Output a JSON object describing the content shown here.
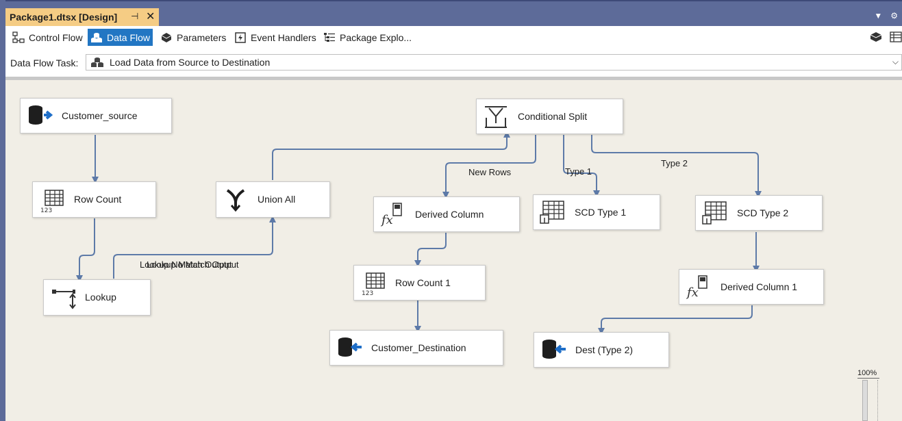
{
  "document_tab": {
    "title": "Package1.dtsx [Design]",
    "pin_glyph": "⊣",
    "close_glyph": "✕"
  },
  "toolbar": {
    "items": [
      {
        "label": "Control Flow",
        "icon": "control-flow-icon",
        "active": false
      },
      {
        "label": "Data Flow",
        "icon": "data-flow-icon",
        "active": true
      },
      {
        "label": "Parameters",
        "icon": "parameters-icon",
        "active": false
      },
      {
        "label": "Event Handlers",
        "icon": "event-handlers-icon",
        "active": false
      },
      {
        "label": "Package Explo...",
        "icon": "package-explorer-icon",
        "active": false
      }
    ]
  },
  "task_selector": {
    "label": "Data Flow Task:",
    "value": "Load Data from Source to Destination"
  },
  "nodes": {
    "customer_source": {
      "label": "Customer_source",
      "icon": "source-database-icon"
    },
    "row_count": {
      "label": "Row Count",
      "icon": "row-count-icon"
    },
    "lookup": {
      "label": "Lookup",
      "icon": "lookup-icon"
    },
    "union_all": {
      "label": "Union All",
      "icon": "union-all-icon"
    },
    "conditional_split": {
      "label": "Conditional Split",
      "icon": "conditional-split-icon"
    },
    "derived_column": {
      "label": "Derived Column",
      "icon": "derived-column-icon"
    },
    "scd_type_1": {
      "label": "SCD Type 1",
      "icon": "scd-table-icon"
    },
    "scd_type_2": {
      "label": "SCD Type 2",
      "icon": "scd-table-icon"
    },
    "row_count_1": {
      "label": "Row Count 1",
      "icon": "row-count-icon"
    },
    "derived_column_1": {
      "label": "Derived Column 1",
      "icon": "derived-column-icon"
    },
    "customer_destination": {
      "label": "Customer_Destination",
      "icon": "destination-database-icon"
    },
    "dest_type_2": {
      "label": "Dest (Type 2)",
      "icon": "destination-database-icon"
    }
  },
  "path_labels": {
    "new_rows": "New Rows",
    "type_1": "Type 1",
    "type_2": "Type 2",
    "lookup_no_match": "Lookup No Match Output",
    "lookup_match": "Lookup Match Output"
  },
  "zoom": {
    "label": "100%"
  },
  "colors": {
    "tab_bar": "#5d6b99",
    "doc_tab": "#f5cc84",
    "active_tab": "#2276c3",
    "canvas": "#f1eee6",
    "arrow": "#5d7aa8"
  }
}
